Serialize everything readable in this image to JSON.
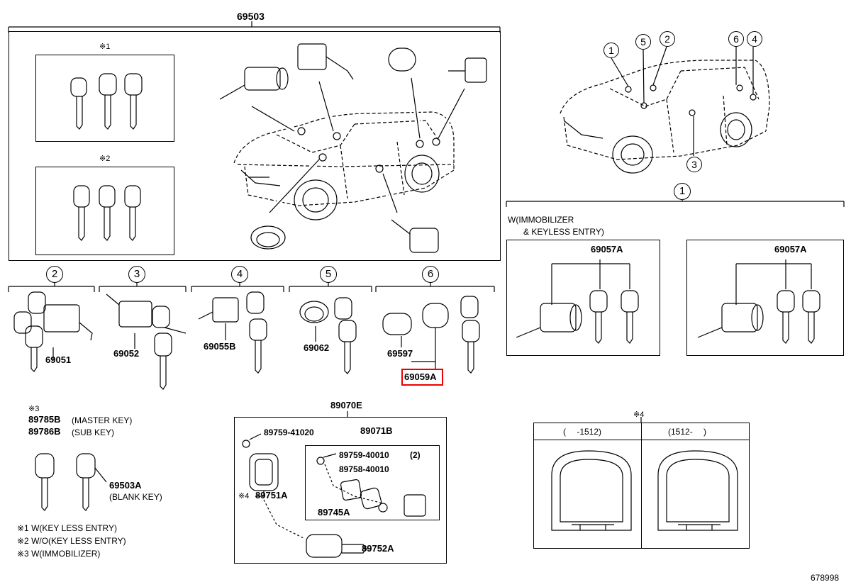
{
  "main_assembly": {
    "part_no": "69503"
  },
  "key_sets": [
    {
      "note_mark": "※1"
    },
    {
      "note_mark": "※2"
    }
  ],
  "callouts": [
    "1",
    "2",
    "3",
    "4",
    "5",
    "6"
  ],
  "part_groups": [
    {
      "callout": "2",
      "part_no": "69051"
    },
    {
      "callout": "3",
      "part_no": "69052"
    },
    {
      "callout": "4",
      "part_no": "69055B"
    },
    {
      "callout": "5",
      "part_no": "69062"
    },
    {
      "callout": "6",
      "parts": [
        "69597",
        "69059A"
      ],
      "highlighted": "69059A"
    }
  ],
  "immobilizer": {
    "callout": "1",
    "heading_line1": "W(IMMOBILIZER",
    "heading_line2": "& KEYLESS ENTRY)",
    "left_part": "69057A",
    "right_part": "69057A"
  },
  "keys_section": {
    "note_mark": "※3",
    "master_key_no": "89785B",
    "master_key_desc": "(MASTER KEY)",
    "sub_key_no": "89786B",
    "sub_key_desc": "(SUB KEY)",
    "blank_key_no": "69503A",
    "blank_key_desc": "(BLANK KEY)"
  },
  "notes": [
    "※1 W(KEY LESS ENTRY)",
    "※2 W/O(KEY LESS ENTRY)",
    "※3 W(IMMOBILIZER)"
  ],
  "transmitter": {
    "assembly_no": "89070E",
    "screw_no": "89759-41020",
    "sub_assembly_no": "89071B",
    "screw2_no": "89759-40010",
    "screw2_qty": "(2)",
    "plate_no": "89758-40010",
    "case_no": "89745A",
    "cover_mark": "※4",
    "cover_no": "89751A",
    "key_no": "89752A"
  },
  "console": {
    "note_mark": "※4",
    "left_header": "(　 -1512)",
    "right_header": "(1512-　 )"
  },
  "diagram_id": "678998"
}
